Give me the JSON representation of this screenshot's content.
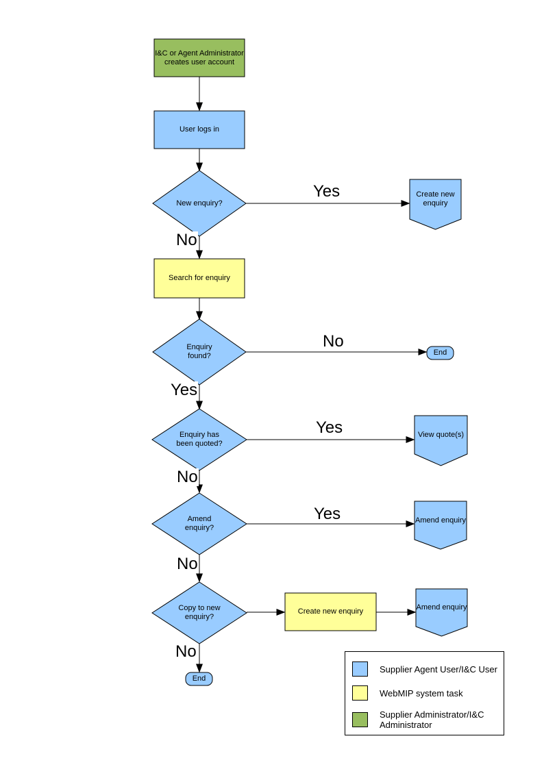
{
  "colors": {
    "user_task_fill": "#99CCFF",
    "system_task_fill": "#FFFF99",
    "admin_task_fill": "#98BE5F",
    "outline": "#000000",
    "background": "#FFFFFF"
  },
  "nodes": {
    "admin_creates_account": "I&C or Agent Administrator\ncreates user account",
    "user_logs_in": "User logs in",
    "new_enquiry_q": "New enquiry?",
    "create_new_enquiry_offpage": "Create new\nenquiry",
    "search_for_enquiry": "Search for enquiry",
    "enquiry_found_q": "Enquiry\nfound?",
    "end_right": "End",
    "enquiry_quoted_q": "Enquiry has\nbeen quoted?",
    "view_quotes_offpage": "View quote(s)",
    "amend_enquiry_q": "Amend\nenquiry?",
    "amend_enquiry_offpage_1": "Amend enquiry",
    "copy_to_new_q": "Copy to new\nenquiry?",
    "create_new_enquiry_task": "Create new enquiry",
    "amend_enquiry_offpage_2": "Amend enquiry",
    "end_bottom": "End"
  },
  "edge_labels": {
    "new_enquiry_yes": "Yes",
    "new_enquiry_no": "No",
    "enquiry_found_no": "No",
    "enquiry_found_yes": "Yes",
    "enquiry_quoted_yes": "Yes",
    "enquiry_quoted_no": "No",
    "amend_enquiry_yes": "Yes",
    "amend_enquiry_no": "No",
    "copy_to_new_no": "No"
  },
  "legend": {
    "items": [
      {
        "key": "user",
        "label": "Supplier Agent User/I&C User"
      },
      {
        "key": "system",
        "label": "WebMIP system task"
      },
      {
        "key": "admin",
        "label": "Supplier Administrator/I&C\nAdministrator"
      }
    ]
  }
}
